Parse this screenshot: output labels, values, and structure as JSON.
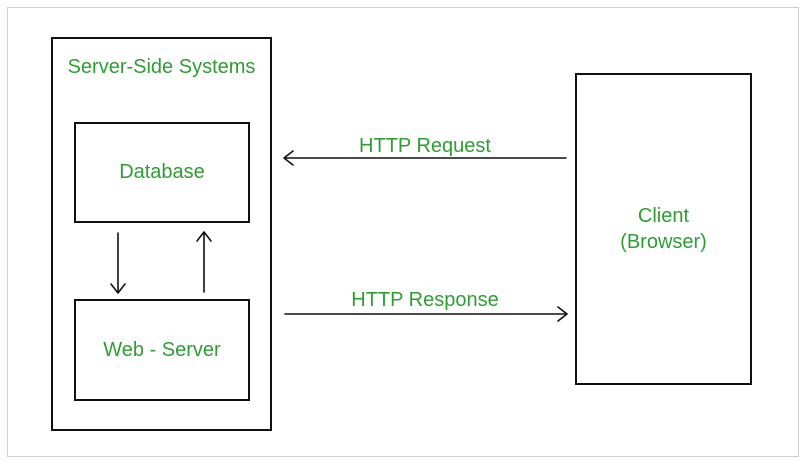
{
  "colors": {
    "label": "#2e9e32",
    "stroke": "#111111"
  },
  "server_side": {
    "title": "Server-Side Systems",
    "database_label": "Database",
    "webserver_label": "Web - Server"
  },
  "client": {
    "label_line1": "Client",
    "label_line2": "(Browser)"
  },
  "connections": {
    "request_label": "HTTP Request",
    "response_label": "HTTP Response"
  }
}
